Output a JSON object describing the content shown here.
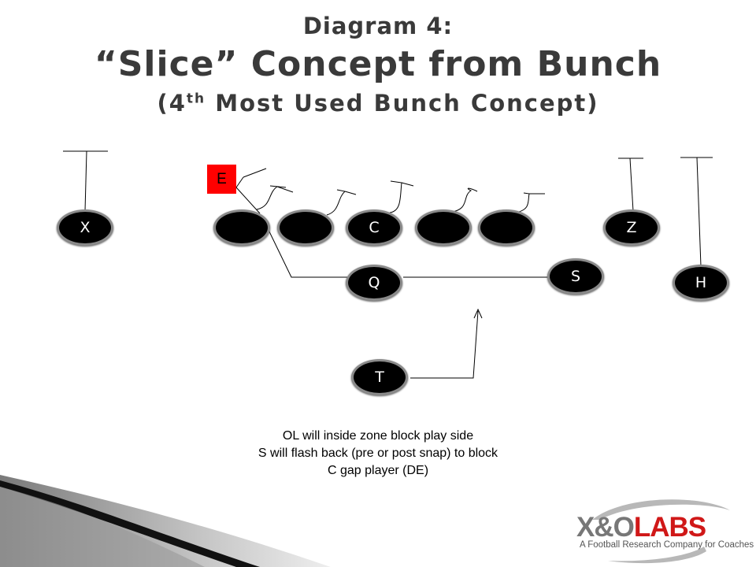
{
  "title": {
    "line1": "Diagram 4:",
    "line2": "“Slice” Concept from Bunch",
    "line3_prefix": "(4",
    "line3_sup": "th",
    "line3_suffix": " Most Used Bunch Concept)"
  },
  "players": {
    "x": "X",
    "c": "C",
    "z": "Z",
    "q": "Q",
    "s": "S",
    "h": "H",
    "t": "T"
  },
  "defender_box": "E",
  "notes": [
    "OL will inside zone block play side",
    "S will flash back (pre or post snap) to block",
    "C gap player (DE)"
  ],
  "logo": {
    "brand_prefix": "X&O",
    "brand_suffix": "LABS",
    "tagline": "A Football Research Company for Coaches",
    "accent": "#d01818"
  },
  "colors": {
    "defender": "#ff0000",
    "player": "#000000",
    "title": "#3a3a3a"
  }
}
